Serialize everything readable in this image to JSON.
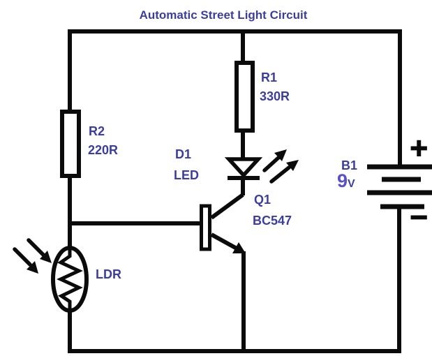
{
  "title": "Automatic Street Light Circuit",
  "colors": {
    "label_blue": "#3b3e9d",
    "accent_purple": "#5c50c8",
    "wire_black": "#0b0b0b",
    "background": "#ffffff"
  },
  "components": {
    "r1": {
      "designator": "R1",
      "value": "330R"
    },
    "r2": {
      "designator": "R2",
      "value": "220R"
    },
    "d1": {
      "designator": "D1",
      "value": "LED"
    },
    "q1": {
      "designator": "Q1",
      "value": "BC547"
    },
    "b1": {
      "designator": "B1",
      "voltage_number": "9",
      "voltage_unit": "V",
      "positive_label": "+",
      "negative_label": "−"
    },
    "ldr": {
      "designator": "LDR"
    }
  }
}
